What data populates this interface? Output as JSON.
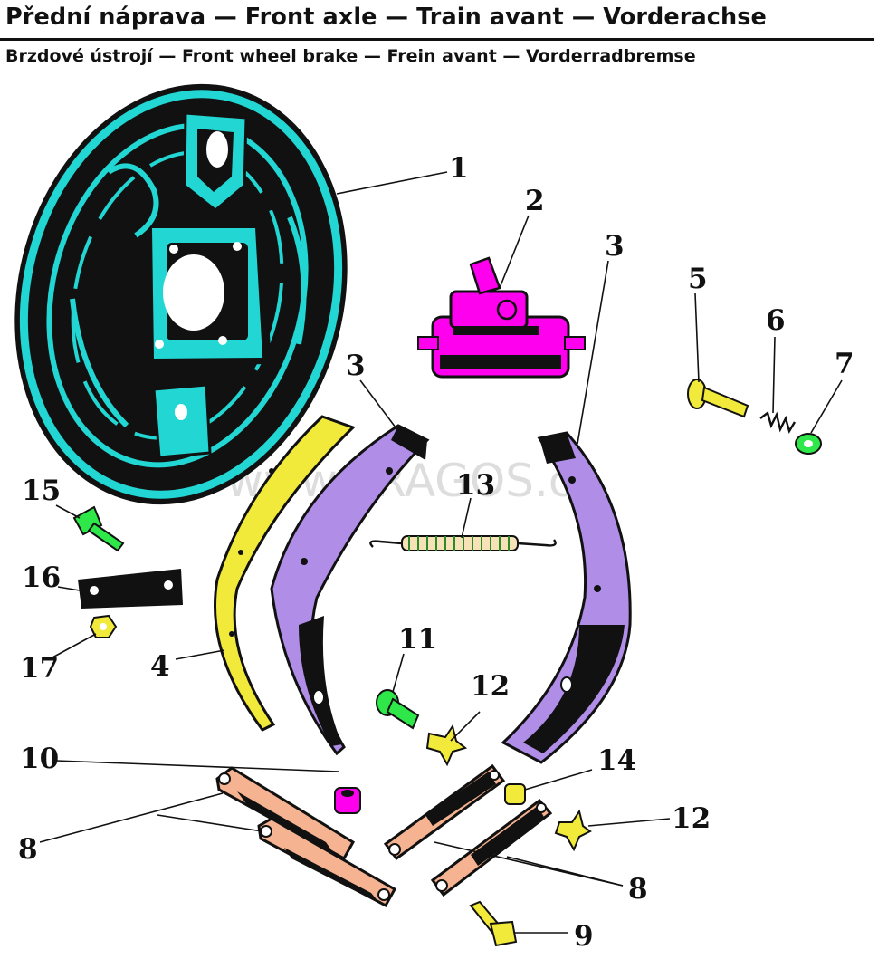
{
  "title": "Přední náprava — Front axle — Train avant — Vorderachse",
  "subtitle": "Brzdové ústrojí — Front wheel brake — Frein avant — Vorderradbremse",
  "watermark": "www.PRAGOS.cz",
  "colors": {
    "backplate": "#22d6d3",
    "wheel_cylinder": "#ff00ee",
    "brake_shoe": "#b08ee8",
    "lining": "#f2ea3a",
    "lever": "#f5b391",
    "bolt": "#2ee84a",
    "ink": "#111111"
  },
  "labels": {
    "n1": "1",
    "n2": "2",
    "n3a": "3",
    "n3b": "3",
    "n4": "4",
    "n5": "5",
    "n6": "6",
    "n7": "7",
    "n8a": "8",
    "n8b": "8",
    "n9": "9",
    "n10": "10",
    "n11": "11",
    "n12a": "12",
    "n12b": "12",
    "n13": "13",
    "n14": "14",
    "n15": "15",
    "n16": "16",
    "n17": "17"
  }
}
